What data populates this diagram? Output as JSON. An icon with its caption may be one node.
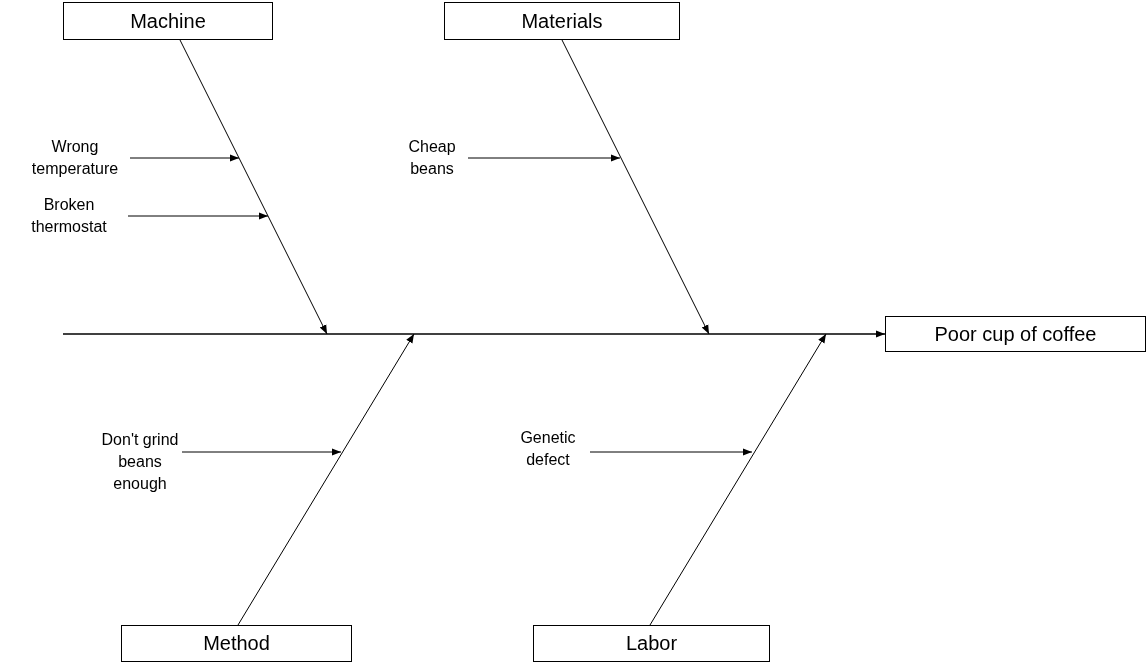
{
  "diagram": {
    "nodes": [
      {
        "text": [
          "Machine"
        ]
      },
      {
        "text": [
          "Materials"
        ]
      },
      {
        "text": [
          "Wrong temperature"
        ]
      },
      {
        "text": [
          "Broken thermostat"
        ]
      },
      {
        "text": [
          "Cheap beans"
        ]
      },
      {
        "text": [
          "Poor cup of coffee"
        ]
      },
      {
        "text": [
          "Don't grind beans enough"
        ]
      },
      {
        "text": [
          "Genetic defect"
        ]
      },
      {
        "text": [
          "Method"
        ]
      },
      {
        "text": [
          "Labor"
        ]
      }
    ],
    "edges": [
      {
        "from": null,
        "to": 5,
        "arrow": "to"
      },
      {
        "from": 0,
        "to": null,
        "arrow": "to"
      },
      {
        "from": 1,
        "to": null,
        "arrow": "to"
      },
      {
        "from": 8,
        "to": null,
        "arrow": "to"
      },
      {
        "from": 9,
        "to": null,
        "arrow": "to"
      },
      {
        "from": 2,
        "to": null,
        "arrow": "to"
      },
      {
        "from": 3,
        "to": null,
        "arrow": "to"
      },
      {
        "from": 4,
        "to": null,
        "arrow": "to"
      },
      {
        "from": 6,
        "to": null,
        "arrow": "to"
      },
      {
        "from": 7,
        "to": null,
        "arrow": "to"
      }
    ]
  }
}
